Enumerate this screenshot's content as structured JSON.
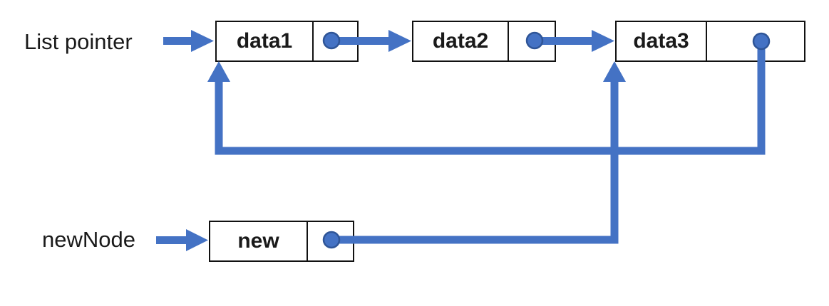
{
  "labels": {
    "list_pointer": "List pointer",
    "new_node": "newNode"
  },
  "nodes": [
    {
      "id": "data1",
      "label": "data1"
    },
    {
      "id": "data2",
      "label": "data2"
    },
    {
      "id": "data3",
      "label": "data3"
    },
    {
      "id": "new",
      "label": "new"
    }
  ],
  "links": [
    {
      "from": "List pointer",
      "to": "data1"
    },
    {
      "from": "data1",
      "to": "data2"
    },
    {
      "from": "data2",
      "to": "data3"
    },
    {
      "from": "data3",
      "to": "data1"
    },
    {
      "from": "newNode",
      "to": "new"
    },
    {
      "from": "new",
      "to": "data3"
    }
  ],
  "colors": {
    "arrow": "#4472C4",
    "circle_border": "#2F5597",
    "box_border": "#111111",
    "text": "#1A1A1A",
    "background": "#FFFFFF"
  }
}
